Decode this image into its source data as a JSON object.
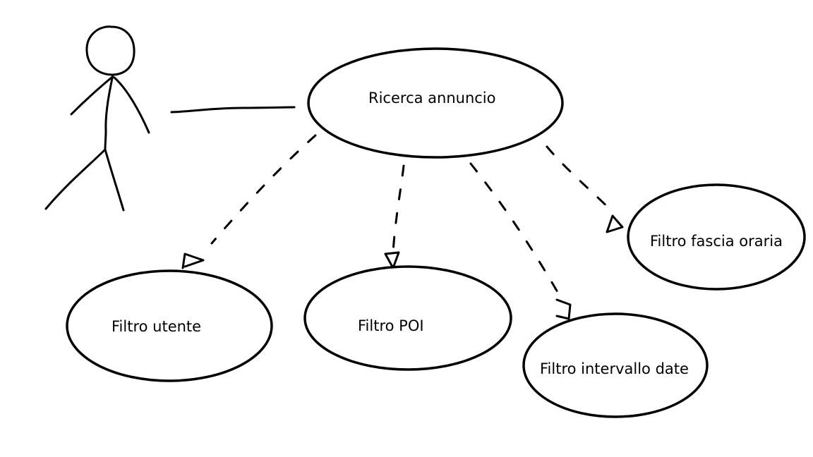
{
  "diagram": {
    "main_use_case": "Ricerca annuncio",
    "filters": {
      "utente": "Filtro utente",
      "poi": "Filtro POI",
      "date": "Filtro intervallo date",
      "orario": "Filtro fascia oraria"
    }
  }
}
